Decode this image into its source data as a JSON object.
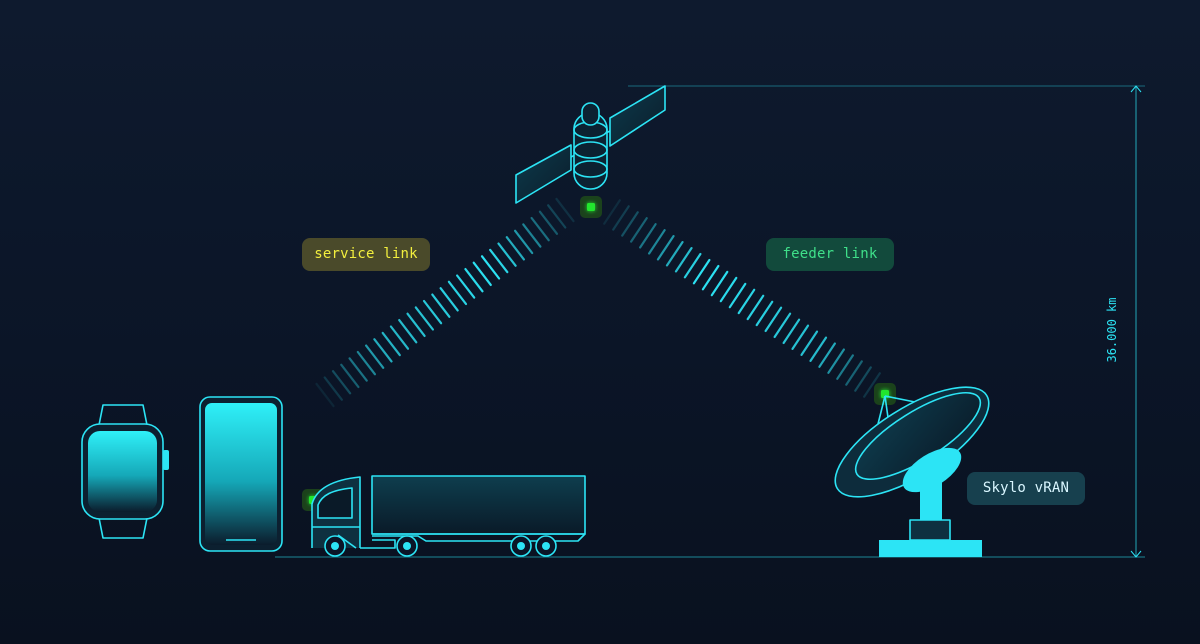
{
  "labels": {
    "service_link": "service link",
    "feeder_link": "feeder link",
    "network": "Skylo vRAN",
    "altitude": "36.000 km"
  },
  "colors": {
    "background": "#0b1527",
    "accent_cyan": "#2ce4f5",
    "node_green": "#22e62e",
    "service_link_text": "#f2ef3e",
    "service_link_bg": "#4a4a2a",
    "feeder_link_text": "#3fe08a",
    "feeder_link_bg": "#124a3c",
    "vran_text": "#d9f6ff",
    "vran_bg": "#17404e"
  },
  "icons": [
    "satellite-icon",
    "smartwatch-icon",
    "smartphone-icon",
    "truck-icon",
    "satellite-dish-icon"
  ]
}
